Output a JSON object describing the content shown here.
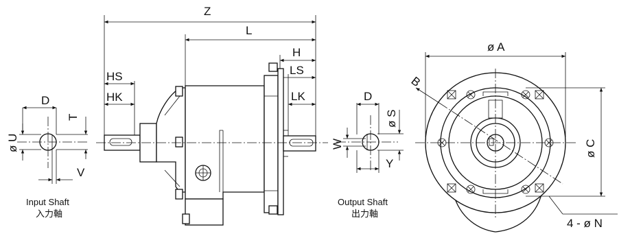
{
  "labels": {
    "Z": "Z",
    "L": "L",
    "H": "H",
    "LS": "LS",
    "LK": "LK",
    "HS": "HS",
    "HK": "HK",
    "D_in": "D",
    "T": "T",
    "U": "ø U",
    "V": "V",
    "D_out": "D",
    "S": "ø S",
    "W": "W",
    "Y": "Y",
    "A": "ø A",
    "B": "B",
    "C": "ø C",
    "N": "4 - ø N"
  },
  "captions": {
    "input_en": "Input Shaft",
    "input_jp": "入力軸",
    "output_en": "Output Shaft",
    "output_jp": "出力軸"
  }
}
